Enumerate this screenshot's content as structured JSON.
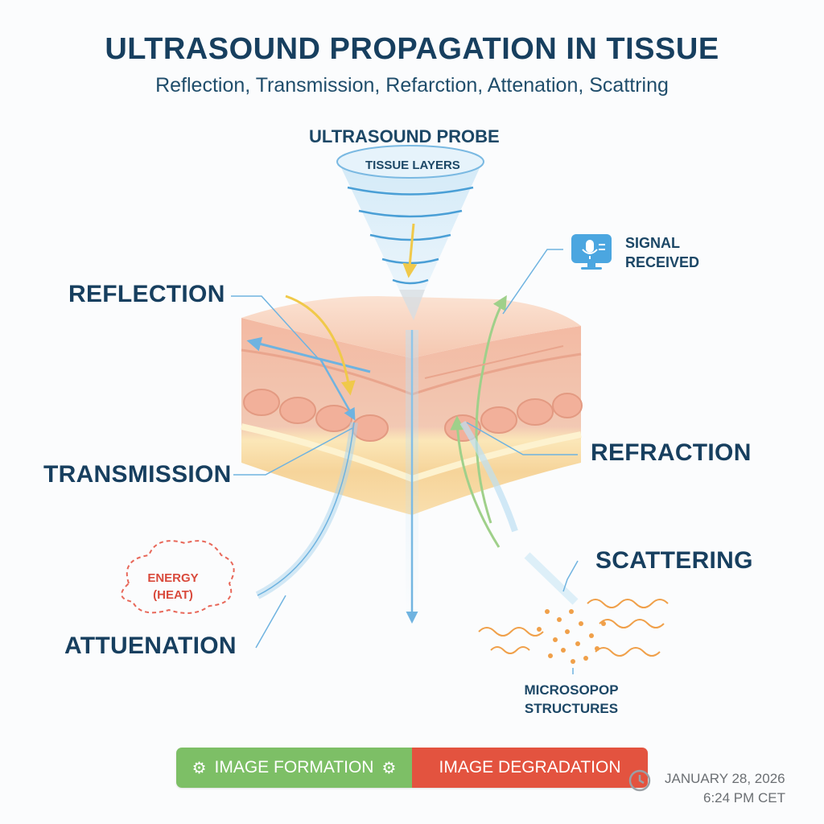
{
  "title": "ULTRASOUND PROPAGATION IN TISSUE",
  "subtitle": "Reflection, Transmission, Refarction, Attenation, Scattring",
  "probe": {
    "label": "ULTRASOUND PROBE",
    "inner_label": "TISSUE LAYERS"
  },
  "signal": {
    "line1": "SIGNAL",
    "line2": "RECEIVED",
    "icon": "monitor-microphone-icon"
  },
  "labels": {
    "reflection": "REFLECTION",
    "transmission": "TRANSMISSION",
    "refraction": "REFRACTION",
    "scattering": "SCATTERING",
    "attenuation": "ATTUENATION"
  },
  "energy": {
    "line1": "ENERGY",
    "line2": "(HEAT)"
  },
  "micro": {
    "line1": "MICROSOPOP",
    "line2": "STRUCTURES"
  },
  "bar": {
    "left_label": "IMAGE FORMATION",
    "right_label": "IMAGE DEGRADATION",
    "left_color": "#7dbf66",
    "right_color": "#e3533f"
  },
  "timestamp": {
    "date": "JANUARY 28, 2026",
    "time": "6:24 PM CET"
  },
  "colors": {
    "title": "#173f5f",
    "beam": "#6fb3e0",
    "reflection_arrow": "#f0c94a",
    "refraction_arrow": "#9fd08a",
    "scatter": "#f0a04a",
    "skin": "#f6cbb4"
  }
}
